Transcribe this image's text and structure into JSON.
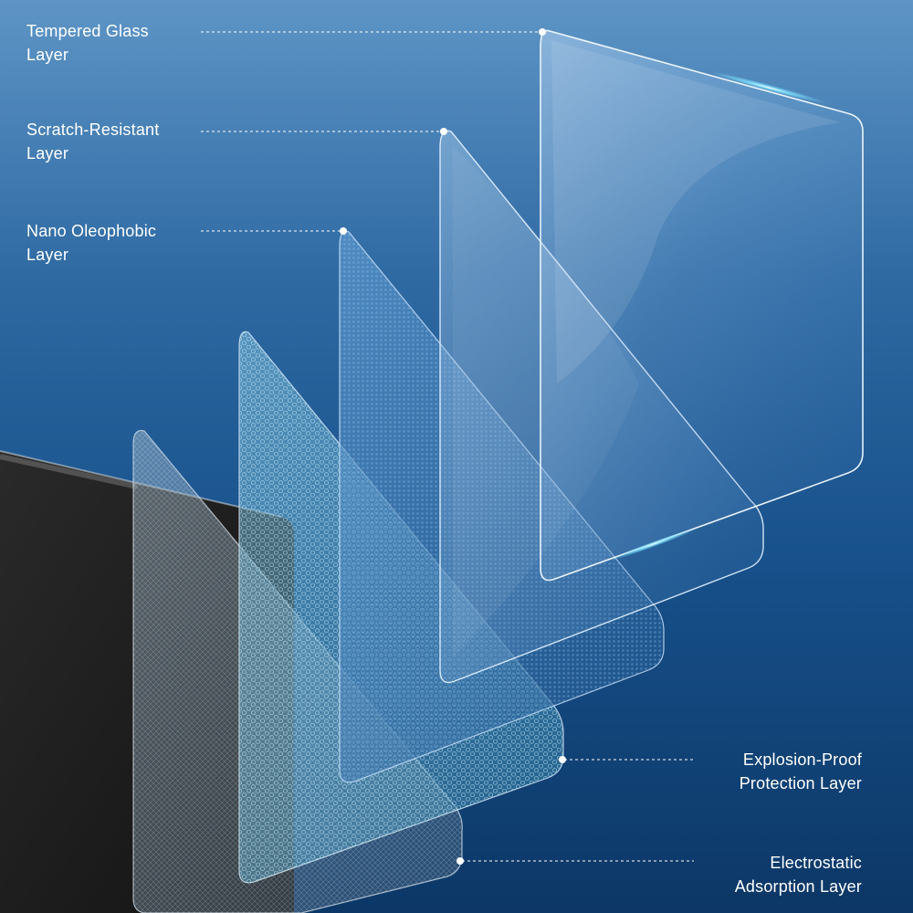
{
  "labels": {
    "tempered_glass": "Tempered Glass\nLayer",
    "scratch_resistant": "Scratch-Resistant\nLayer",
    "nano_oleophobic": "Nano Oleophobic\nLayer",
    "explosion_proof": "Explosion-Proof\nProtection Layer",
    "electrostatic": "Electrostatic\nAdsorption Layer"
  },
  "colors": {
    "background_top": "#5e95c6",
    "background_bottom": "#0c3766",
    "leader_line": "#ffffff",
    "glare": "#7fe3ff",
    "device_screen": "#1c1c1c"
  },
  "icons": {
    "callout_marker": "white-dot"
  }
}
